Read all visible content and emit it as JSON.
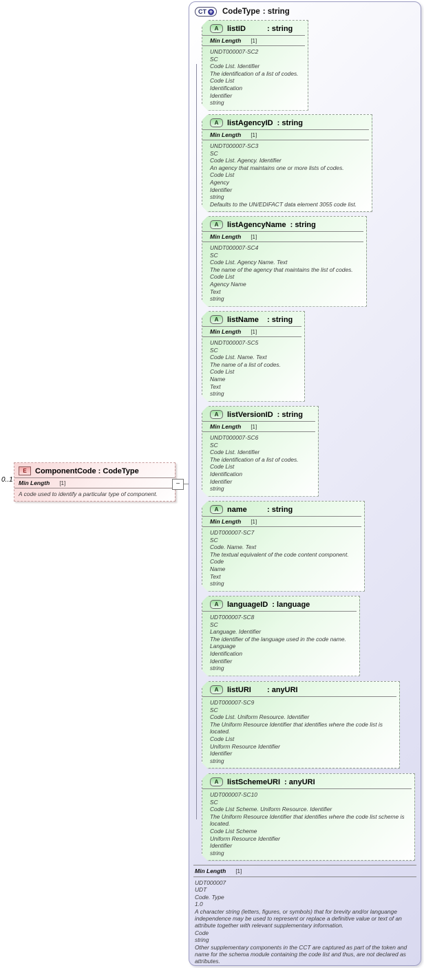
{
  "link": {
    "collapse_glyph": "−"
  },
  "element": {
    "icon": "E",
    "cardinality": "0..1",
    "name": "ComponentCode",
    "type_suffix": ": CodeType",
    "facet_label": "Min Length",
    "facet_value": "[1]",
    "annotation": "A code used to identify a particular type of component."
  },
  "complex_type": {
    "icon": "CT",
    "plus_glyph": "+",
    "name": "CodeType",
    "type_suffix": ": string",
    "facet_label": "Min Length",
    "facet_value": "[1]",
    "rows": [
      "UDT000007",
      "UDT",
      "Code. Type",
      "1.0",
      "A character string (letters, figures, or symbols) that for brevity and/or languange independence may be used to represent or replace a definitive value or text of an attribute together with relevant supplementary information.",
      "Code",
      "string",
      "Other supplementary components in the CCT are captured as part of the token and name for the schema module containing the code list and thus, are not declared as attributes."
    ],
    "attributes": [
      {
        "icon": "A",
        "name": "listID",
        "type_suffix": ": string",
        "facet_label": "Min Length",
        "facet_value": "[1]",
        "rows": [
          "UNDT000007-SC2",
          "SC",
          "Code List. Identifier",
          "The identification of a list of codes.",
          "Code List",
          "Identification",
          "Identifier",
          "string"
        ]
      },
      {
        "icon": "A",
        "name": "listAgencyID",
        "type_suffix": ": string",
        "facet_label": "Min Length",
        "facet_value": "[1]",
        "rows": [
          "UNDT000007-SC3",
          "SC",
          "Code List. Agency. Identifier",
          "An agency that maintains one or more lists of codes.",
          "Code List",
          "Agency",
          "Identifier",
          "string",
          "Defaults to the UN/EDIFACT data element 3055 code list."
        ]
      },
      {
        "icon": "A",
        "name": "listAgencyName",
        "type_suffix": ": string",
        "facet_label": "Min Length",
        "facet_value": "[1]",
        "rows": [
          "UNDT000007-SC4",
          "SC",
          "Code List. Agency Name. Text",
          "The name of the agency that maintains the list of codes.",
          "Code List",
          "Agency Name",
          "Text",
          "string"
        ]
      },
      {
        "icon": "A",
        "name": "listName",
        "type_suffix": ": string",
        "facet_label": "Min Length",
        "facet_value": "[1]",
        "rows": [
          "UNDT000007-SC5",
          "SC",
          "Code List. Name. Text",
          "The name of a list of codes.",
          "Code List",
          "Name",
          "Text",
          "string"
        ]
      },
      {
        "icon": "A",
        "name": "listVersionID",
        "type_suffix": ": string",
        "facet_label": "Min Length",
        "facet_value": "[1]",
        "rows": [
          "UNDT000007-SC6",
          "SC",
          "Code List. Identifier",
          "The identification of a list of codes.",
          "Code List",
          "Identification",
          "Identifier",
          "string"
        ]
      },
      {
        "icon": "A",
        "name": "name",
        "type_suffix": ": string",
        "facet_label": "Min Length",
        "facet_value": "[1]",
        "rows": [
          "UDT000007-SC7",
          "SC",
          "Code. Name. Text",
          "The textual equivalent of the code content component.",
          "Code",
          "Name",
          "Text",
          "string"
        ]
      },
      {
        "icon": "A",
        "name": "languageID",
        "type_suffix": ": language",
        "rows": [
          "UDT000007-SC8",
          "SC",
          "Language. Identifier",
          "The identifier of the language used in the code name.",
          "Language",
          "Identification",
          "Identifier",
          "string"
        ]
      },
      {
        "icon": "A",
        "name": "listURI",
        "type_suffix": ": anyURI",
        "rows": [
          "UDT000007-SC9",
          "SC",
          "Code List. Uniform Resource. Identifier",
          "The Uniform Resource Identifier that identifies where the code list is located.",
          "Code List",
          "Uniform Resource Identifier",
          "Identifier",
          "string"
        ]
      },
      {
        "icon": "A",
        "name": "listSchemeURI",
        "type_suffix": ": anyURI",
        "rows": [
          "UDT000007-SC10",
          "SC",
          "Code List Scheme. Uniform Resource. Identifier",
          "The Uniform Resource Identifier that identifies where the code list scheme is located.",
          "Code List Scheme",
          "Uniform Resource Identifier",
          "Identifier",
          "string"
        ]
      }
    ]
  }
}
